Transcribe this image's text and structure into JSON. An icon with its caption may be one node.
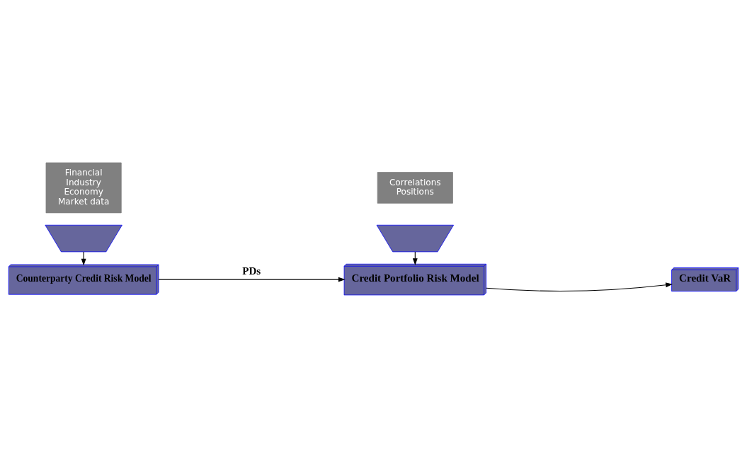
{
  "diagram": {
    "nodes": [
      {
        "text": [
          "Financial",
          "Industry",
          "Economy",
          "Market data"
        ]
      },
      {
        "text": [],
        "shape": "funnel"
      },
      {
        "text": [
          "Counterparty Credit Risk Model"
        ]
      },
      {
        "text": [
          "Correlations",
          "Positions"
        ]
      },
      {
        "text": [],
        "shape": "funnel"
      },
      {
        "text": [
          "Credit Portfolio Risk Model"
        ]
      },
      {
        "text": [
          "Credit VaR"
        ]
      }
    ],
    "edges": [
      {
        "from": 1,
        "to": 2,
        "arrow": "to"
      },
      {
        "from": 4,
        "to": 5,
        "arrow": "to"
      },
      {
        "from": 2,
        "to": 5,
        "arrow": "to",
        "label": "PDs"
      },
      {
        "from": 5,
        "to": 6,
        "arrow": "to"
      }
    ]
  }
}
